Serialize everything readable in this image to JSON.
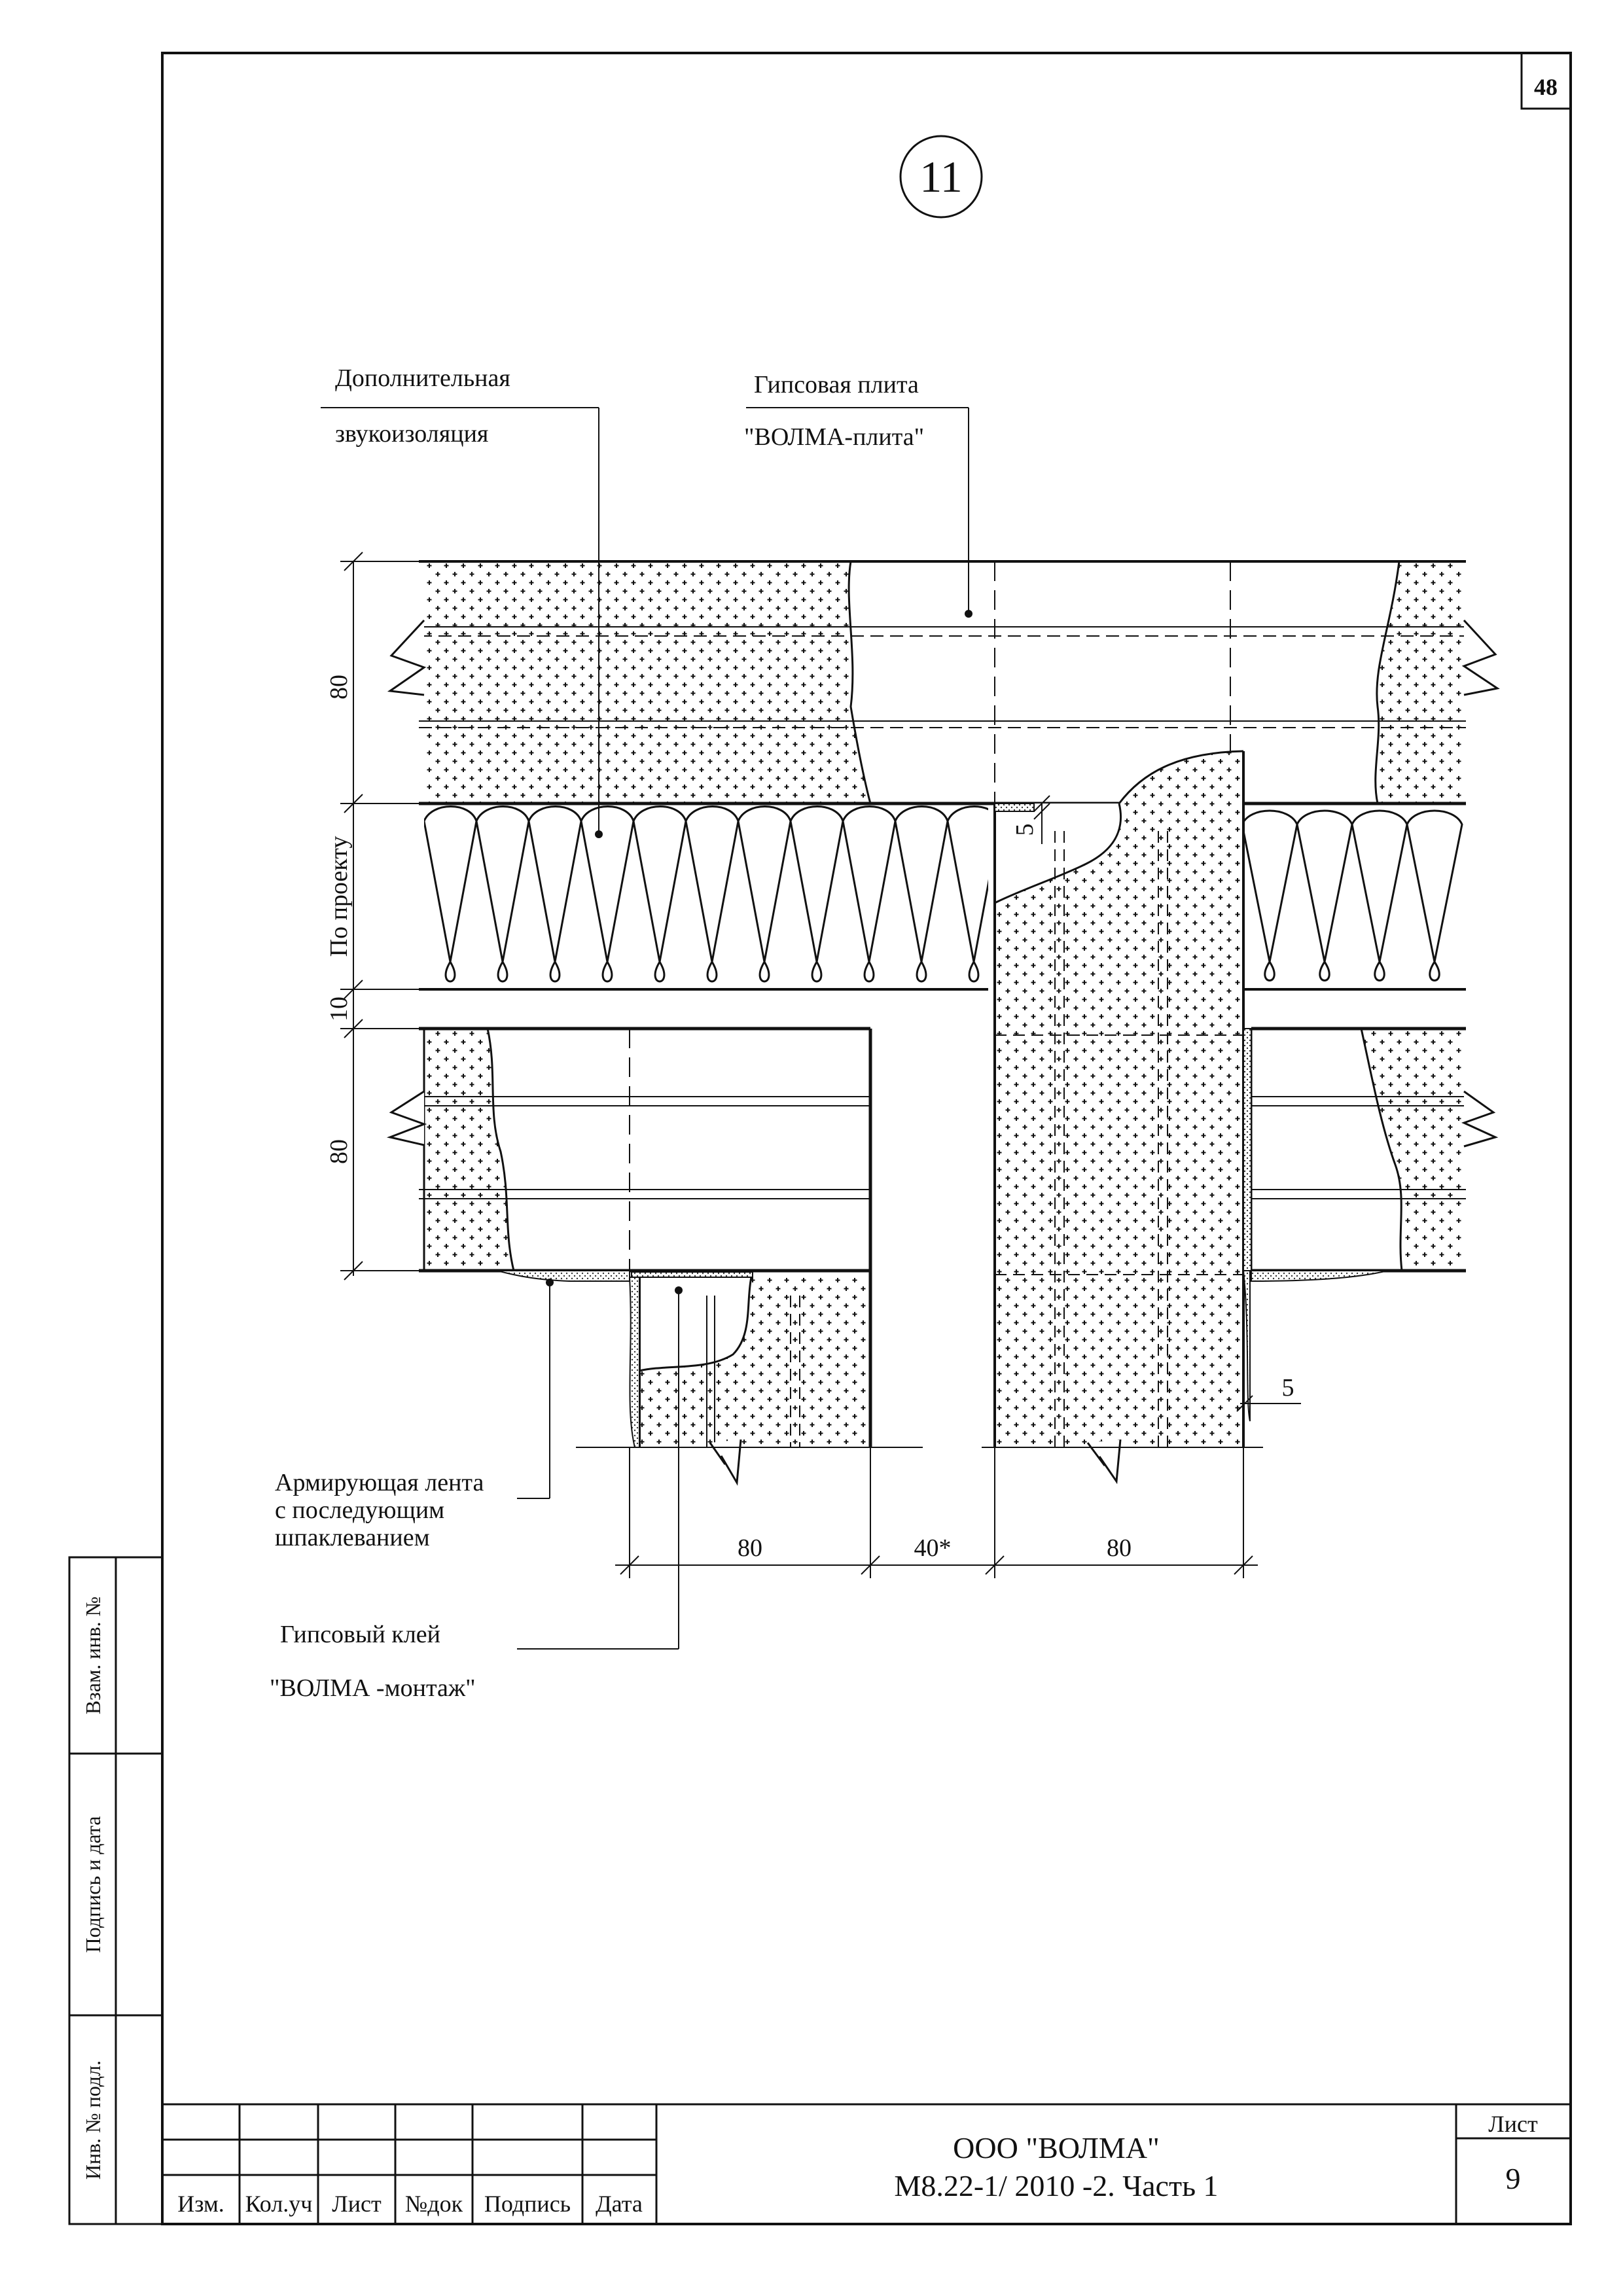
{
  "sheet_number": "48",
  "detail_number": "11",
  "callouts": {
    "insulation": [
      "Дополнительная",
      "звукоизоляция"
    ],
    "board": [
      "Гипсовая плита",
      "\"ВОЛМА-плита\""
    ],
    "tape": [
      "Армирующая лента",
      "с последующим",
      "шпаклеванием"
    ],
    "glue": [
      "Гипсовый клей",
      "\"ВОЛМА -монтаж\""
    ]
  },
  "dimensions": {
    "upper_board": "80",
    "project": "По проекту",
    "gap": "10",
    "lower_board": "80",
    "left_wall": "80",
    "middle_gap": "40*",
    "right_wall": "80",
    "glue_top": "5",
    "glue_side": "5"
  },
  "side_stamp": [
    "Инв. № подл.",
    "Подпись и дата",
    "Взам. инв. №"
  ],
  "title_block": {
    "columns": [
      "Изм.",
      "Кол.уч",
      "Лист",
      "№док",
      "Подпись",
      "Дата"
    ],
    "company": "ООО \"ВОЛМА\"",
    "code": "М8.22-1/ 2010 -2. Часть 1",
    "sheet_label": "Лист",
    "sheet_value": "9"
  }
}
